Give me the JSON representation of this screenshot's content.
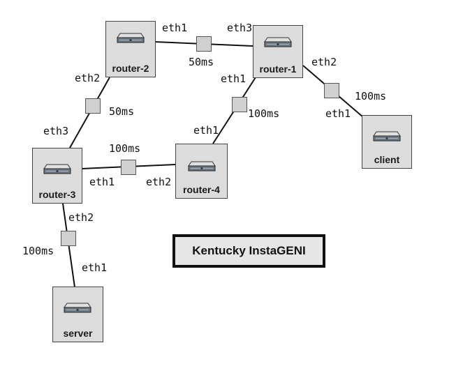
{
  "site_label": "Kentucky InstaGENI",
  "nodes": [
    {
      "id": "router-1",
      "label": "router-1"
    },
    {
      "id": "router-2",
      "label": "router-2"
    },
    {
      "id": "router-3",
      "label": "router-3"
    },
    {
      "id": "router-4",
      "label": "router-4"
    },
    {
      "id": "client",
      "label": "client"
    },
    {
      "id": "server",
      "label": "server"
    }
  ],
  "links": [
    {
      "from": "router-2",
      "to": "router-1",
      "latency": "50ms",
      "from_iface": "eth1",
      "to_iface": "eth3"
    },
    {
      "from": "router-2",
      "to": "router-3",
      "latency": "50ms",
      "from_iface": "eth2",
      "to_iface": "eth3"
    },
    {
      "from": "router-1",
      "to": "router-4",
      "latency": "100ms",
      "from_iface": "eth1",
      "to_iface": "eth1"
    },
    {
      "from": "router-1",
      "to": "client",
      "latency": "100ms",
      "from_iface": "eth2",
      "to_iface": "eth1"
    },
    {
      "from": "router-3",
      "to": "router-4",
      "latency": "100ms",
      "from_iface": "eth1",
      "to_iface": "eth2"
    },
    {
      "from": "router-3",
      "to": "server",
      "latency": "100ms",
      "from_iface": "eth2",
      "to_iface": "eth1"
    }
  ]
}
